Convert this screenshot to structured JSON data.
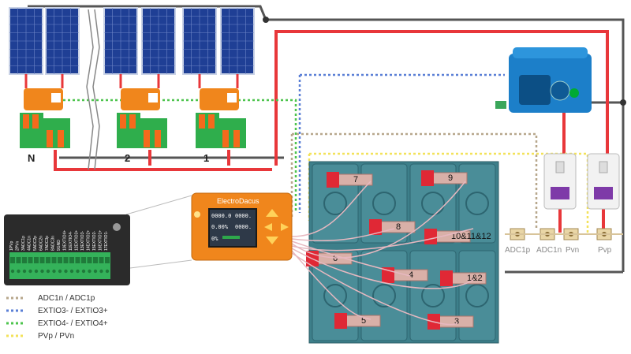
{
  "controller": {
    "brand": "ElectroDacus",
    "screen": {
      "line1": "0000.0",
      "line2": "0000.",
      "line3": "0.00%",
      "line4": "0000.",
      "line5": "0%"
    }
  },
  "strings": [
    {
      "label": "N"
    },
    {
      "label": "2"
    },
    {
      "label": "1"
    }
  ],
  "cells": [
    "7",
    "9",
    "8",
    "10&11&12",
    "6",
    "4",
    "1&2",
    "5",
    "3"
  ],
  "terminals": [
    "ADC1p",
    "ADC1n",
    "Pvn",
    "Pvp"
  ],
  "legend": [
    {
      "text": "ADC1n / ADC1p",
      "color": "#b7a78c"
    },
    {
      "text": "EXTIO3- / EXTIO3+",
      "color": "#5a7fd6"
    },
    {
      "text": "EXTIO4- / EXTIO4+",
      "color": "#4dc44d"
    },
    {
      "text": "PVp / PVn",
      "color": "#f3e25a"
    }
  ],
  "connector_pins": [
    "1PVp",
    "2PVn",
    "3ADC1p",
    "4ADC1n",
    "5ADC2p",
    "6ADC2n",
    "7ADC3p",
    "8ADC3n",
    "9GND",
    "10EXTIO4+",
    "11EXTIO4-",
    "12EXTIO3+",
    "13EXTIO3-",
    "14EXTIO2+",
    "15EXTIO2-",
    "16EXTIO1+",
    "17EXTIO1-"
  ],
  "colors": {
    "wire_red": "#e8373a",
    "wire_dark": "#444444",
    "controller_orange": "#f0861c",
    "inverter_blue": "#1c7fc9",
    "battery_teal": "#4a8d98"
  }
}
